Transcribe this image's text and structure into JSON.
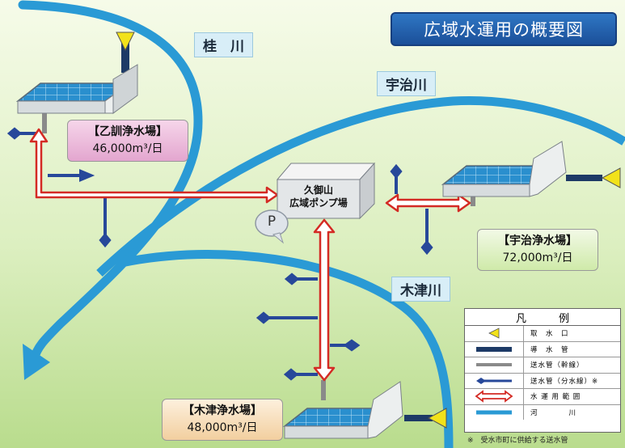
{
  "title": "広域水運用の概要図",
  "rivers": {
    "katsura": "桂　川",
    "uji": "宇治川",
    "kizu": "木津川"
  },
  "plants": {
    "otokuni": {
      "name": "【乙訓浄水場】",
      "capacity": "46,000m³/日"
    },
    "uji": {
      "name": "【宇治浄水場】",
      "capacity": "72,000m³/日"
    },
    "kizu": {
      "name": "【木津浄水場】",
      "capacity": "48,000m³/日"
    }
  },
  "pump_station": {
    "line1": "久御山",
    "line2": "広域ポンプ場",
    "badge": "P"
  },
  "legend": {
    "header": [
      "凡",
      "例"
    ],
    "items": [
      {
        "symbol": "intake-triangle",
        "label": "取　水　口"
      },
      {
        "symbol": "conduit-line",
        "label": "導　水　管"
      },
      {
        "symbol": "trunk-line",
        "label": "送水管（幹線）"
      },
      {
        "symbol": "branch-line",
        "label": "送水管（分水線）※"
      },
      {
        "symbol": "double-arrow",
        "label": "水 運 用 範 囲"
      },
      {
        "symbol": "river-line",
        "label": "河　　　　川"
      }
    ],
    "note": "※　受水市町に供給する送水管"
  },
  "colors": {
    "background_top": "#f6fbe9",
    "background_bottom": "#b9dc8d",
    "river": "#2a9ad5",
    "conduit": "#1d3a66",
    "trunk": "#8a8a8a",
    "branch": "#27489a",
    "operation_arrow": "#d42a24",
    "intake": "#f2e21a",
    "title_bg": "#225fae"
  }
}
